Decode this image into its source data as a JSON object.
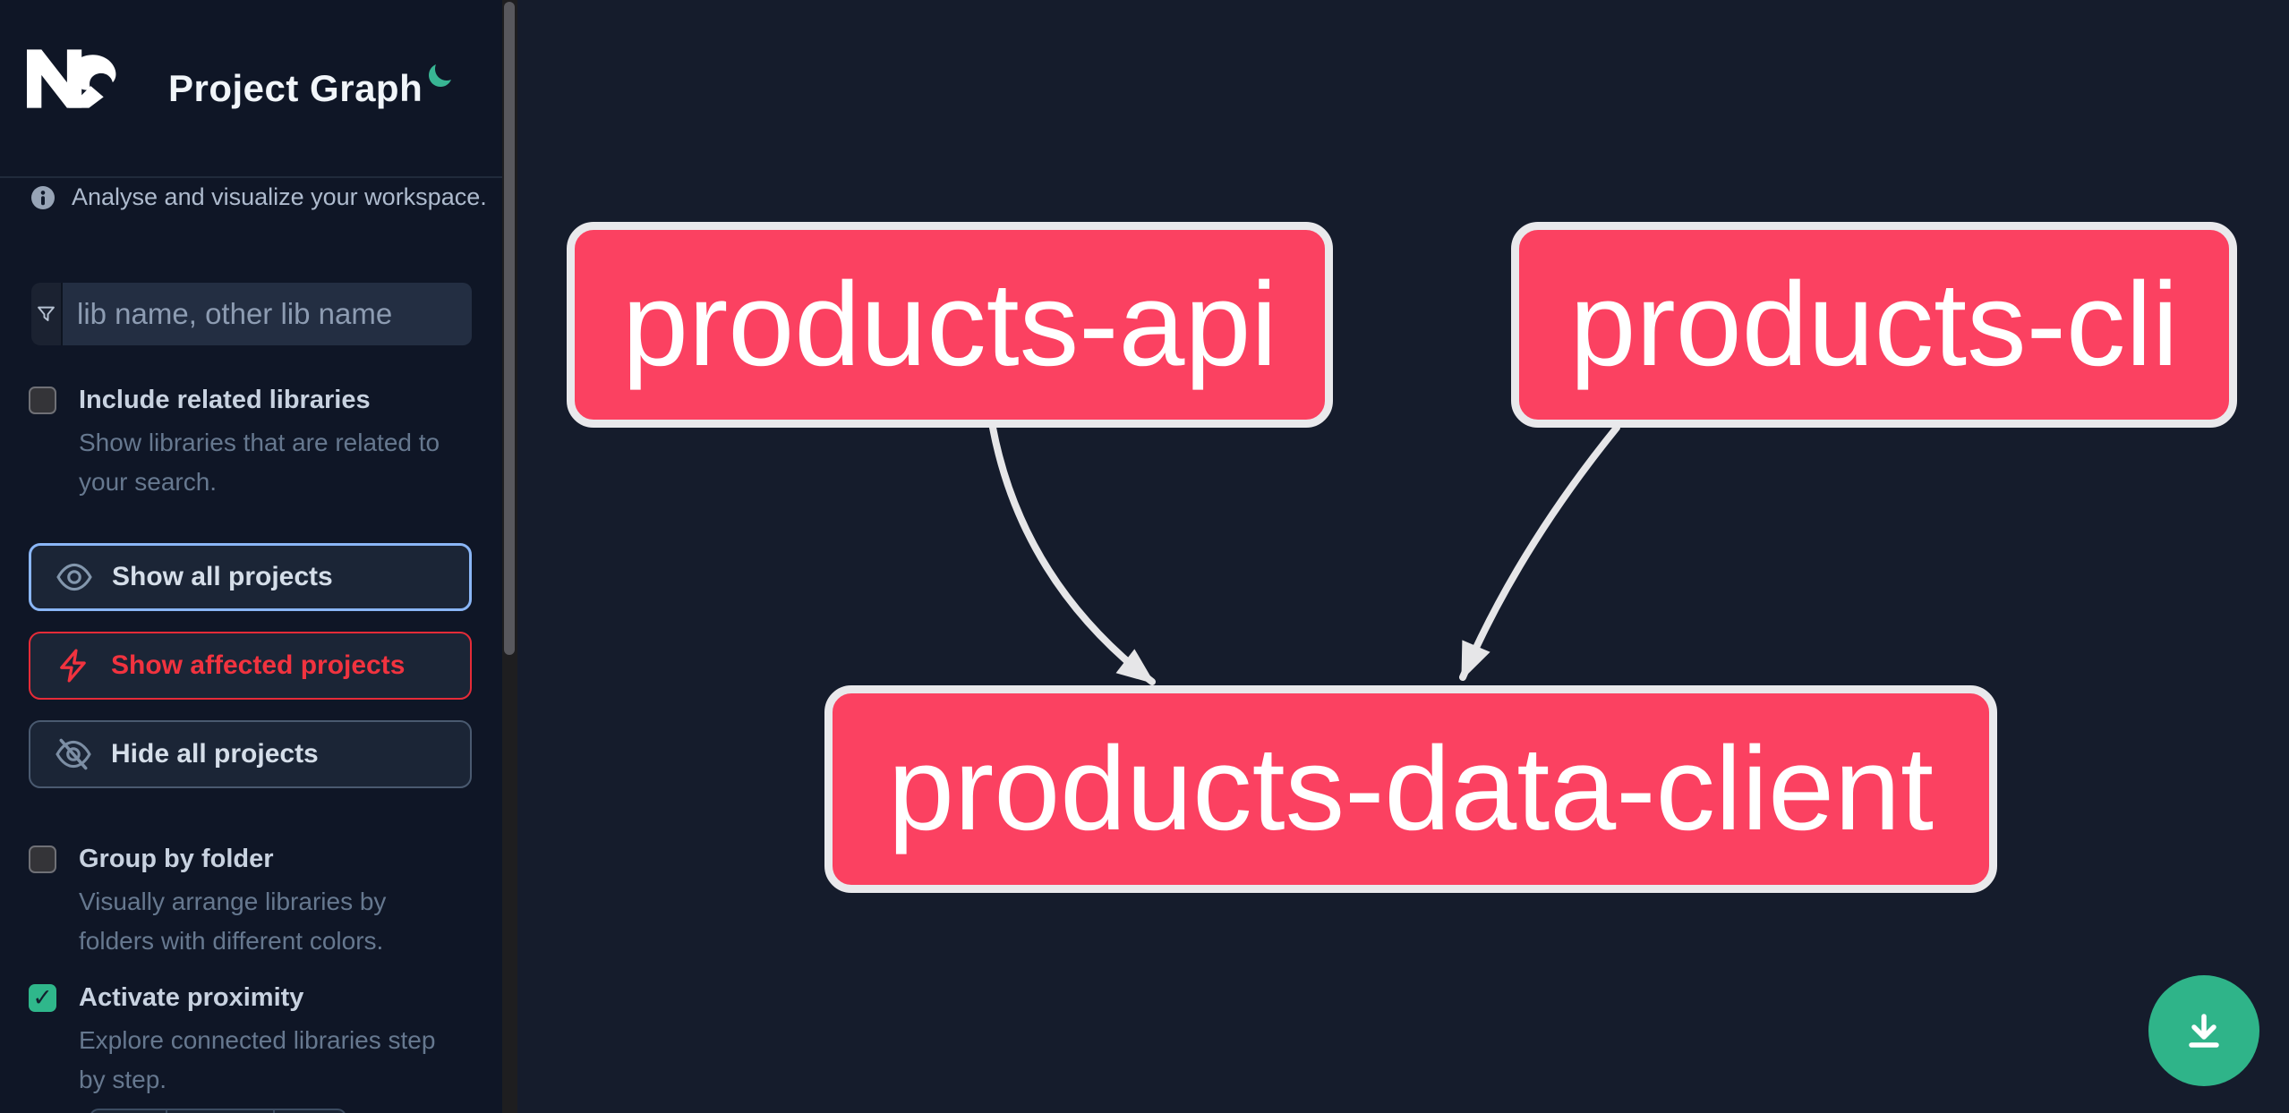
{
  "header": {
    "title": "Project Graph",
    "logo": "nx-logo",
    "theme_toggle_icon": "moon-icon"
  },
  "sidebar": {
    "tagline": "Analyse and visualize your workspace.",
    "search": {
      "placeholder": "lib name, other lib name",
      "value": "",
      "icon": "filter-funnel-icon"
    },
    "toggles": [
      {
        "label": "Include related libraries",
        "desc_line1": "Show libraries that are related to",
        "desc_line2": "your search.",
        "checked": false
      },
      {
        "label": "Group by folder",
        "desc_line1": "Visually arrange libraries by",
        "desc_line2": "folders with different colors.",
        "checked": false
      },
      {
        "label": "Activate proximity",
        "desc_line1": "Explore connected libraries step",
        "desc_line2": "by step.",
        "checked": true,
        "checkmark": "✓"
      }
    ],
    "buttons": [
      {
        "label": "Show all projects",
        "icon": "eye-icon",
        "accent": "#8ab6f6"
      },
      {
        "label": "Show affected projects",
        "icon": "bolt-icon",
        "accent": "#f1333f"
      },
      {
        "label": "Hide all projects",
        "icon": "eye-off-icon",
        "accent": "#4a5a70"
      }
    ]
  },
  "graph": {
    "nodes": [
      {
        "label": "products-api"
      },
      {
        "label": "products-cli"
      },
      {
        "label": "products-data-client"
      }
    ],
    "edges": [
      {
        "from": "products-api",
        "to": "products-data-client"
      },
      {
        "from": "products-cli",
        "to": "products-data-client"
      }
    ],
    "node_color": "#fb4161",
    "node_border_color": "#e9e9ec",
    "edge_color": "#e6e6e8"
  },
  "fab": {
    "icon": "download-icon",
    "color": "#2fb489"
  },
  "colors": {
    "sidebar_bg": "#0f1626",
    "canvas_bg": "#151c2c",
    "accent_green": "#2fb78b",
    "accent_blue": "#8ab6f6",
    "accent_red": "#f1333f",
    "moon_green": "#38b593"
  }
}
